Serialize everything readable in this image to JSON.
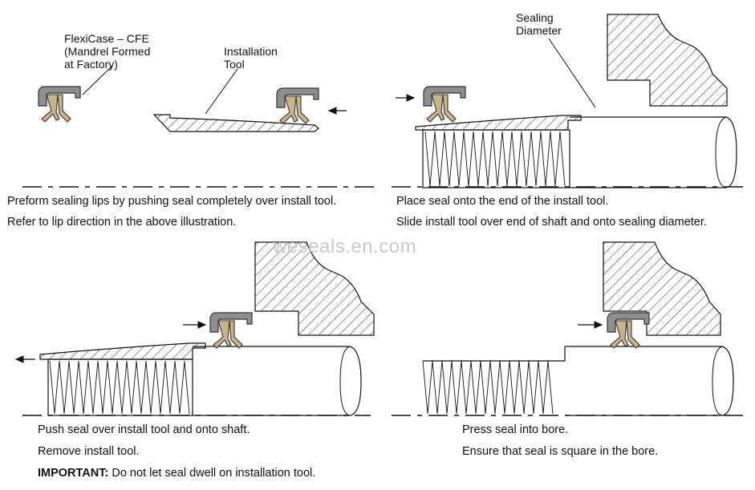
{
  "labels": {
    "flexicase": "FlexiCase – CFE\n(Mandrel Formed\nat Factory)",
    "installation_tool": "Installation\nTool",
    "sealing_diameter": "Sealing\nDiameter"
  },
  "watermark": "weseals.en.com",
  "steps": [
    {
      "line1": "Preform sealing lips by pushing seal completely over install tool.",
      "line2": "Refer to lip direction in the above illustration."
    },
    {
      "line1": "Place seal onto the end of the install tool.",
      "line2": "Slide install tool over end of shaft and onto sealing diameter."
    },
    {
      "line1": "Push seal over install tool and onto shaft.",
      "line2": "Remove install tool.",
      "important_label": "IMPORTANT:",
      "important_text": " Do not let seal dwell on installation tool."
    },
    {
      "line1": "Press seal into bore.",
      "line2": "Ensure that seal is square in the bore."
    }
  ],
  "colors": {
    "seal_case": "#8f8f8f",
    "seal_lip": "#c9b38a",
    "line": "#111111"
  }
}
